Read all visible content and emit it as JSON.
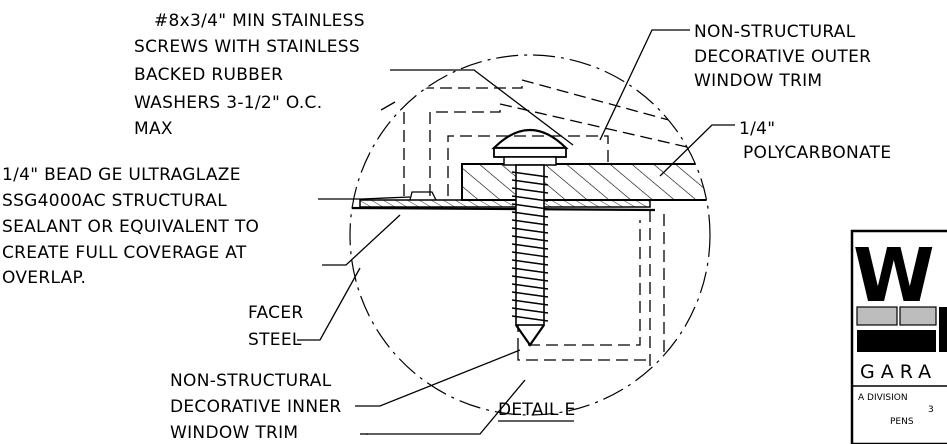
{
  "labels": {
    "screws": [
      "#8x3/4\" MIN STAINLESS",
      "SCREWS WITH STAINLESS",
      "BACKED RUBBER",
      "WASHERS 3-1/2\" O.C.",
      "MAX"
    ],
    "outer_trim": [
      "NON-STRUCTURAL",
      "DECORATIVE OUTER",
      "WINDOW TRIM"
    ],
    "polycarbonate": [
      "1/4\"",
      "POLYCARBONATE"
    ],
    "sealant": [
      "1/4\" BEAD GE ULTRAGLAZE",
      "SSG4000AC STRUCTURAL",
      "SEALANT OR EQUIVALENT TO",
      "CREATE FULL COVERAGE AT",
      "OVERLAP."
    ],
    "facer": [
      "FACER",
      "STEEL"
    ],
    "inner_trim": [
      "NON-STRUCTURAL",
      "DECORATIVE INNER",
      "WINDOW TRIM"
    ],
    "detail_title": "DETAIL E"
  },
  "logo": {
    "letter": "W",
    "sub": "GARA",
    "line1": "A DIVISION",
    "line2": "3",
    "line3": "PENS"
  }
}
